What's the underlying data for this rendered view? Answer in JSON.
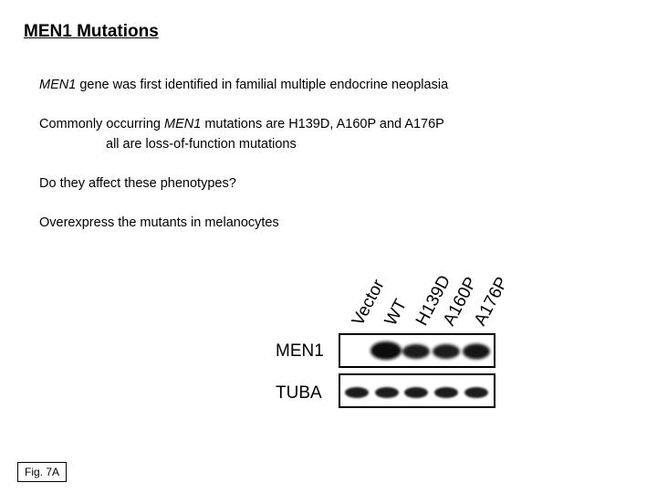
{
  "slide": {
    "title": "MEN1 Mutations",
    "line1": {
      "italic": "MEN1",
      "rest": " gene was first identified in familial multiple endocrine neoplasia"
    },
    "line2": {
      "pre": "Commonly occurring ",
      "italic": "MEN1",
      "post": " mutations are H139D, A160P and A176P"
    },
    "line3": "all are loss-of-function mutations",
    "line4": "Do they affect these phenotypes?",
    "line5": "Overexpress the mutants in melanocytes",
    "fig_label": "Fig. 7A"
  },
  "blot": {
    "lanes": [
      "Vector",
      "WT",
      "H139D",
      "A160P",
      "A176P"
    ],
    "rows": [
      {
        "label": "MEN1"
      },
      {
        "label": "TUBA"
      }
    ]
  }
}
